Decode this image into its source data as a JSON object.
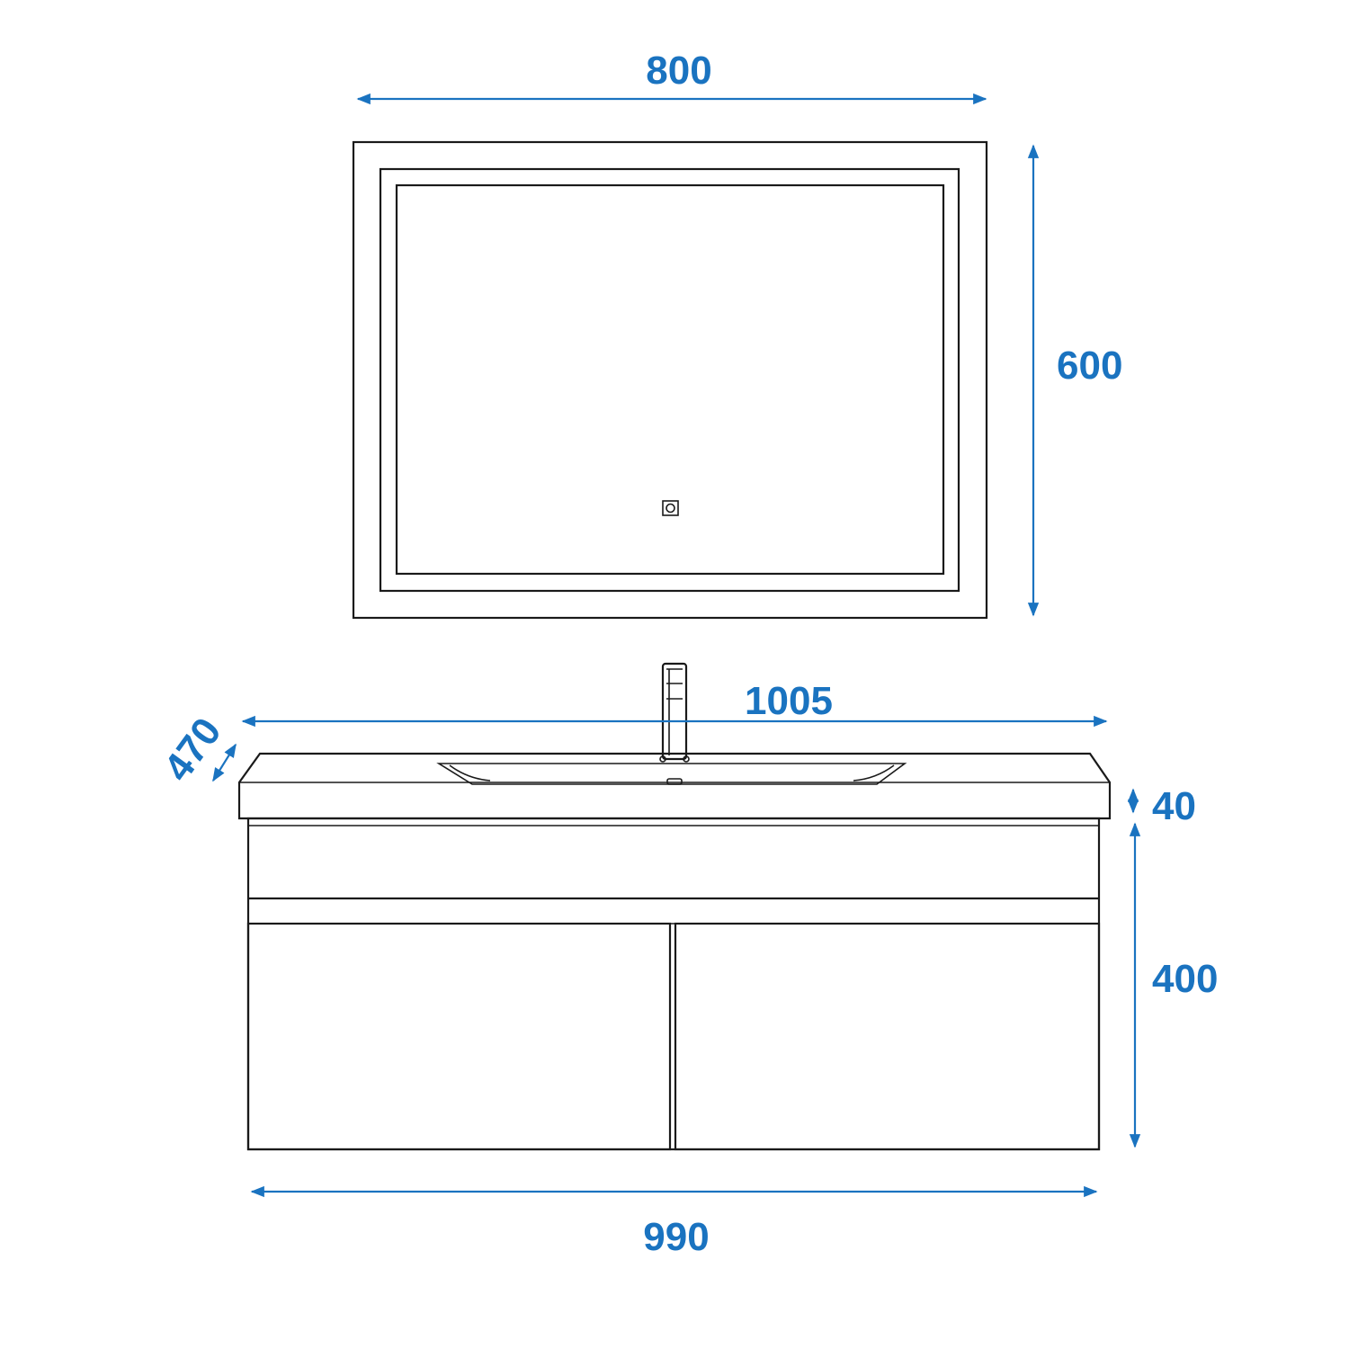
{
  "colors": {
    "dimension": "#1a73c0",
    "outline": "#1a1a1a",
    "background": "#ffffff"
  },
  "mirror": {
    "width_label": "800",
    "height_label": "600",
    "touch_switch_icon": "touch-switch-icon"
  },
  "vanity": {
    "top_width_label": "1005",
    "depth_label": "470",
    "countertop_thickness_label": "40",
    "cabinet_height_label": "400",
    "cabinet_width_label": "990",
    "faucet_icon": "faucet-icon"
  }
}
